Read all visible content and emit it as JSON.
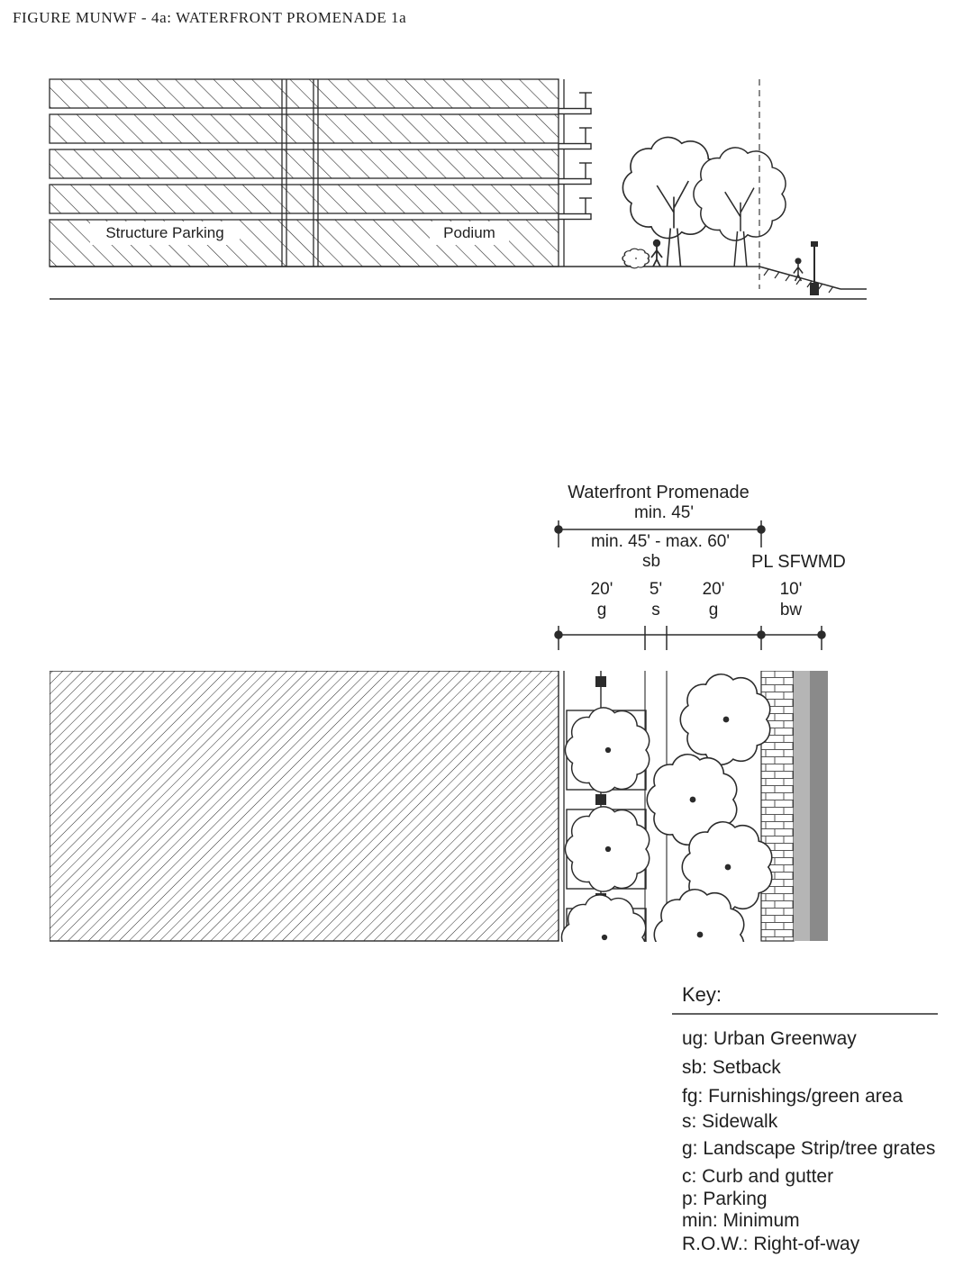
{
  "title": "FIGURE MUNWF - 4a: WATERFRONT PROMENADE 1a",
  "section": {
    "structure_parking": "Structure Parking",
    "podium": "Podium"
  },
  "dimensions": {
    "promenade": "Waterfront Promenade",
    "min45": "min. 45'",
    "min_max": "min. 45' - max. 60'",
    "setback": "sb",
    "property_line": "PL SFWMD",
    "segments": [
      {
        "value": "20'",
        "abbr": "g"
      },
      {
        "value": "5'",
        "abbr": "s"
      },
      {
        "value": "20'",
        "abbr": "g"
      },
      {
        "value": "10'",
        "abbr": "bw"
      }
    ]
  },
  "key": {
    "title": "Key:",
    "items": [
      "ug: Urban Greenway",
      "sb: Setback",
      "fg: Furnishings/green area",
      "s: Sidewalk",
      "g: Landscape Strip/tree grates",
      "c: Curb and gutter",
      "p: Parking",
      "min: Minimum",
      "R.O.W.: Right-of-way"
    ]
  },
  "colors": {
    "ink": "#2b2b2b",
    "seawall_light": "#b5b5b5",
    "seawall_dark": "#8a8a8a"
  }
}
